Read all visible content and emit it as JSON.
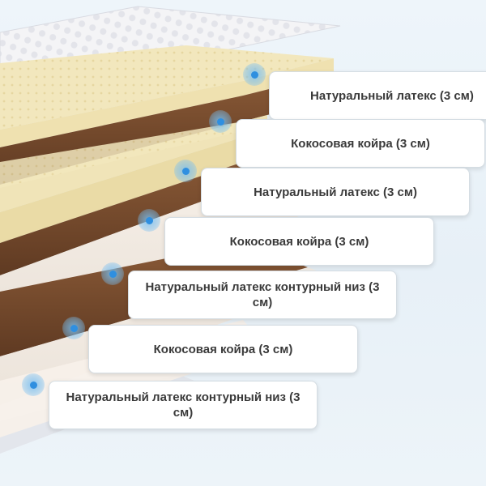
{
  "layers": [
    {
      "label": "Натуральный латекс (3 см)",
      "material": "latex"
    },
    {
      "label": "Кокосовая койра (3 см)",
      "material": "coir"
    },
    {
      "label": "Натуральный латекс (3 см)",
      "material": "latex"
    },
    {
      "label": "Кокосовая койра (3 см)",
      "material": "coir"
    },
    {
      "label": "Натуральный латекс контурный низ (3 см)",
      "material": "latex-contour"
    },
    {
      "label": "Кокосовая койра (3 см)",
      "material": "coir"
    },
    {
      "label": "Натуральный латекс контурный низ (3 см)",
      "material": "latex-contour"
    }
  ],
  "colors": {
    "latex": "#f3e8c0",
    "coir": "#7a4c2e",
    "marker": "#2f8fe0",
    "cover": "#f7f7f9"
  }
}
